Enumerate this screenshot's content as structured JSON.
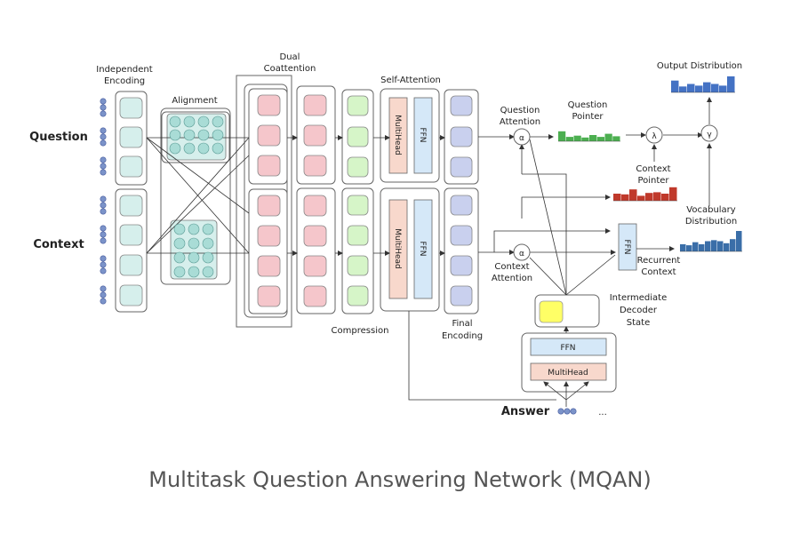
{
  "caption": "Multitask Question Answering Network (MQAN)",
  "labels": {
    "independent_encoding": [
      "Independent",
      "Encoding"
    ],
    "alignment": "Alignment",
    "dual_coattention": [
      "Dual",
      "Coattention"
    ],
    "self_attention": "Self-Attention",
    "question": "Question",
    "context": "Context",
    "compression": "Compression",
    "final_encoding": [
      "Final",
      "Encoding"
    ],
    "multihead": "MultiHead",
    "ffn": "FFN",
    "question_attention": [
      "Question",
      "Attention"
    ],
    "question_pointer": [
      "Question",
      "Pointer"
    ],
    "output_distribution": "Output Distribution",
    "context_pointer": [
      "Context",
      "Pointer"
    ],
    "vocabulary_distribution": [
      "Vocabulary",
      "Distribution"
    ],
    "context_attention": [
      "Context",
      "Attention"
    ],
    "recurrent_context": [
      "Recurrent",
      "Context"
    ],
    "intermediate_decoder_state": [
      "Intermediate",
      "Decoder",
      "State"
    ],
    "answer": "Answer",
    "ellipsis": "...",
    "alpha": "α",
    "lambda": "λ",
    "gamma": "γ"
  },
  "colors": {
    "encoder_cell": "#d6efec",
    "coattention_cell": "#f5c6cb",
    "compression_cell": "#d6f5c8",
    "final_cell": "#c9d0ee",
    "multihead_fill": "#f8d8cc",
    "ffn_fill": "#d5e8f8",
    "decoder_state": "#ffff66",
    "question_pointer": "#4caf50",
    "context_pointer": "#c0392b",
    "output_distribution": "#4472c4",
    "vocab_distribution": "#3a6ea8",
    "token_icon": "#7b93c9"
  },
  "distributions": {
    "question_pointer": [
      0.8,
      0.35,
      0.45,
      0.3,
      0.5,
      0.35,
      0.6,
      0.4
    ],
    "context_pointer": [
      0.5,
      0.45,
      0.8,
      0.35,
      0.55,
      0.6,
      0.5,
      0.95
    ],
    "output_distribution": [
      0.7,
      0.35,
      0.5,
      0.4,
      0.6,
      0.5,
      0.4,
      0.95
    ],
    "vocabulary_distribution": [
      0.35,
      0.3,
      0.45,
      0.35,
      0.5,
      0.55,
      0.5,
      0.4,
      0.6,
      1.0
    ]
  }
}
